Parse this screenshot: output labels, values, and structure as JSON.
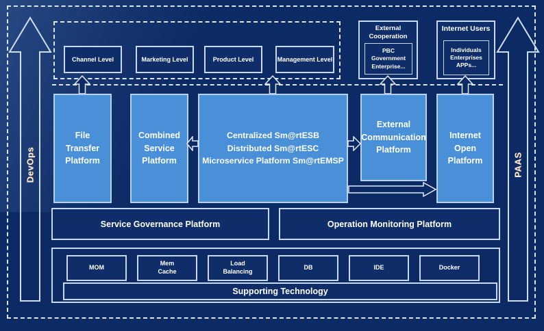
{
  "arrows": {
    "devops_label": "DevOps",
    "paas_label": "PAAS"
  },
  "top_levels": {
    "items": [
      {
        "label": "Channel Level"
      },
      {
        "label": "Marketing Level"
      },
      {
        "label": "Product Level"
      },
      {
        "label": "Management Level"
      }
    ]
  },
  "external_cooperation": {
    "title": "External\nCooperation",
    "members": "PBC Government\nEnterprise..."
  },
  "internet_users": {
    "title": "Internet Users",
    "members": "Individuals\nEnterprises\nAPPs..."
  },
  "platforms": {
    "file_transfer": "File\nTransfer\nPlatform",
    "combined_service": "Combined\nService\nPlatform",
    "esb": "Centralized Sm@rtESB\nDistributed Sm@rtESC\nMicroservice Platform Sm@rtEMSP",
    "external_communication": "External\nCommunication\nPlatform",
    "internet_open": "Internet\nOpen\nPlatform"
  },
  "governance": {
    "label": "Service Governance Platform"
  },
  "monitoring": {
    "label": "Operation Monitoring Platform"
  },
  "technologies": {
    "items": [
      {
        "label": "MOM"
      },
      {
        "label": "Mem\nCache"
      },
      {
        "label": "Load\nBalancing"
      },
      {
        "label": "DB"
      },
      {
        "label": "IDE"
      },
      {
        "label": "Docker"
      }
    ]
  },
  "supporting": {
    "label": "Supporting Technology"
  },
  "colors": {
    "background": "#0c2a63",
    "platform_blue": "#4a90d8",
    "border_light": "#c9daf0",
    "dashed_line": "#dce7f5",
    "text": "#ffffff",
    "side_label_text": "#fdf4e5"
  }
}
